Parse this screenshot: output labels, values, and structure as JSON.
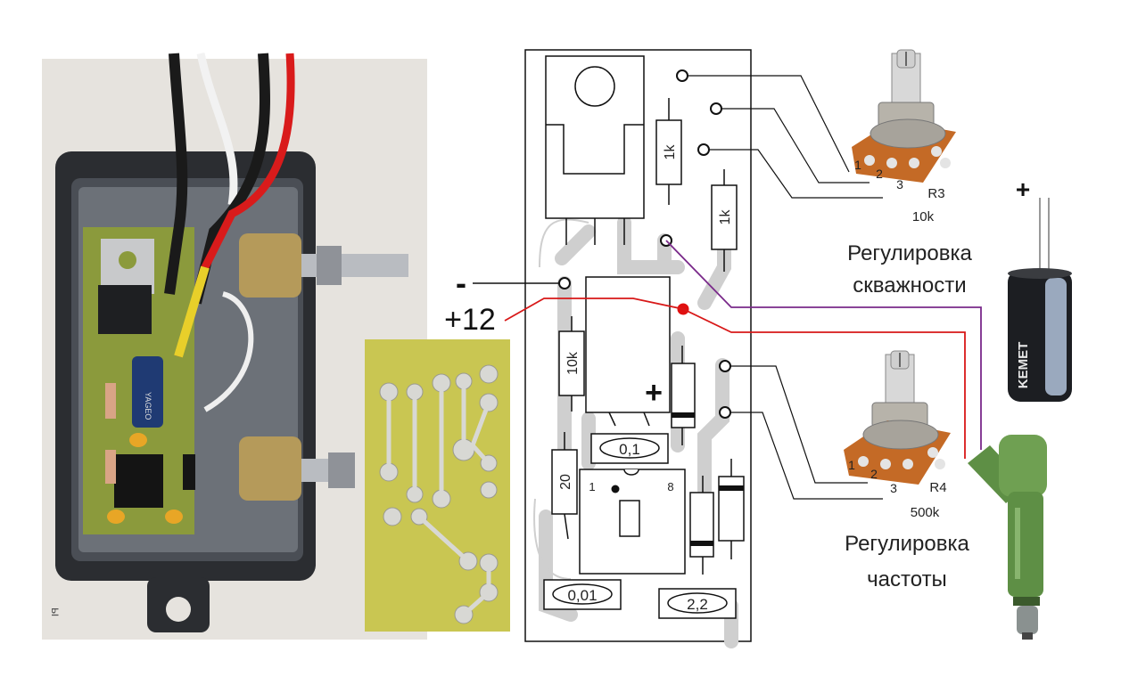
{
  "labels": {
    "minus": "-",
    "plus12": "+12",
    "cap_plus": "+",
    "board_plus": "+",
    "r_1k_a": "1k",
    "r_1k_b": "1k",
    "r_10k": "10k",
    "r_20": "20",
    "cap_01": "0,1",
    "cap_001": "0,01",
    "cap_22": "2,2",
    "ic_pin1": "1",
    "ic_pin8": "8",
    "r3": {
      "name": "R3",
      "value": "10k",
      "pin1": "1",
      "pin2": "2",
      "pin3": "3",
      "caption_line1": "Регулировка",
      "caption_line2": "скважности"
    },
    "r4": {
      "name": "R4",
      "value": "500k",
      "pin1": "1",
      "pin2": "2",
      "pin3": "3",
      "caption_line1": "Регулировка",
      "caption_line2": "частоты"
    },
    "capacitor_brand": "KEMET",
    "photo_vishay": "YAGEO"
  },
  "colors": {
    "power_wire": "#d81818",
    "signal_wire": "#7a2a8a",
    "trace": "#c8c8c8",
    "pcb_green": "#c8c64a",
    "injector_green": "#5e8f45"
  }
}
